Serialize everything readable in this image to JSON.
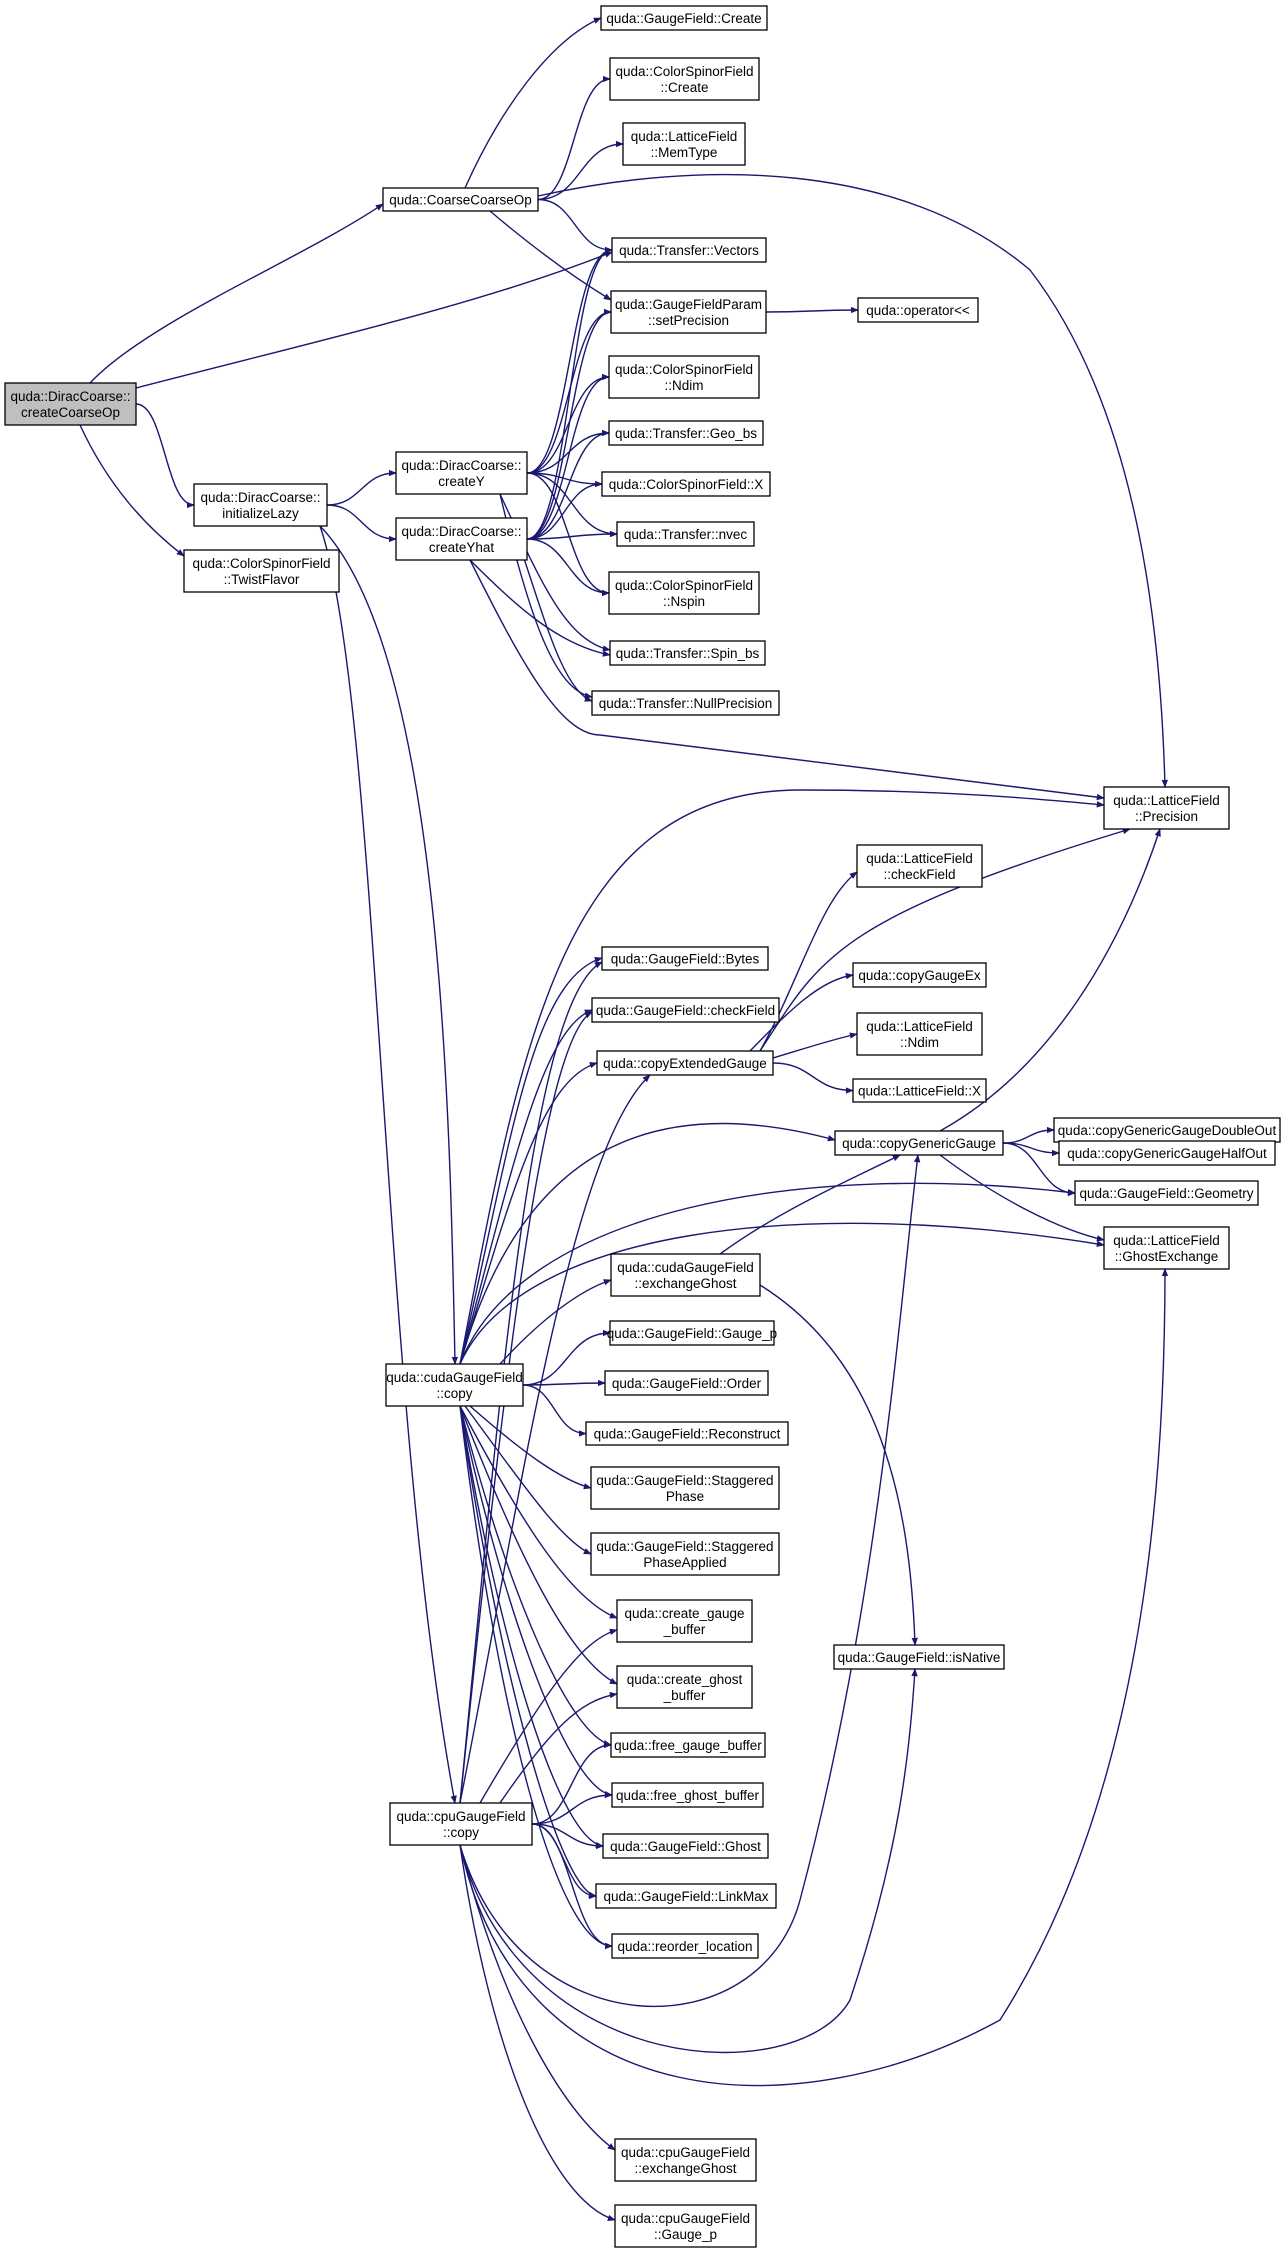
{
  "diagram": {
    "type": "call-graph",
    "colors": {
      "edge": "#191970",
      "node_border": "#000000",
      "highlight_border": "#ff0000",
      "root_fill": "#bfbfbf",
      "node_fill": "#ffffff"
    },
    "nodes": [
      {
        "id": "root",
        "lines": [
          "quda::DiracCoarse::",
          "createCoarseOp"
        ],
        "style": "root"
      },
      {
        "id": "coarseCoarseOp",
        "lines": [
          "quda::CoarseCoarseOp"
        ]
      },
      {
        "id": "initializeLazy",
        "lines": [
          "quda::DiracCoarse::",
          "initializeLazy"
        ]
      },
      {
        "id": "twistFlavor",
        "lines": [
          "quda::ColorSpinorField",
          "::TwistFlavor"
        ]
      },
      {
        "id": "gfCreate",
        "lines": [
          "quda::GaugeField::Create"
        ]
      },
      {
        "id": "csfCreate",
        "lines": [
          "quda::ColorSpinorField",
          "::Create"
        ]
      },
      {
        "id": "memType",
        "lines": [
          "quda::LatticeField",
          "::MemType"
        ]
      },
      {
        "id": "vectors",
        "lines": [
          "quda::Transfer::Vectors"
        ]
      },
      {
        "id": "setPrecision",
        "lines": [
          "quda::GaugeFieldParam",
          "::setPrecision"
        ]
      },
      {
        "id": "operatorLL",
        "lines": [
          "quda::operator<<"
        ]
      },
      {
        "id": "csfNdim",
        "lines": [
          "quda::ColorSpinorField",
          "::Ndim"
        ]
      },
      {
        "id": "geoBs",
        "lines": [
          "quda::Transfer::Geo_bs"
        ]
      },
      {
        "id": "csfX",
        "lines": [
          "quda::ColorSpinorField::X"
        ]
      },
      {
        "id": "nvec",
        "lines": [
          "quda::Transfer::nvec"
        ]
      },
      {
        "id": "csfNspin",
        "lines": [
          "quda::ColorSpinorField",
          "::Nspin"
        ]
      },
      {
        "id": "spinBs",
        "lines": [
          "quda::Transfer::Spin_bs"
        ]
      },
      {
        "id": "nullPrecision",
        "lines": [
          "quda::Transfer::NullPrecision"
        ]
      },
      {
        "id": "createY",
        "lines": [
          "quda::DiracCoarse::",
          "createY"
        ]
      },
      {
        "id": "createYhat",
        "lines": [
          "quda::DiracCoarse::",
          "createYhat"
        ]
      },
      {
        "id": "lfPrecision",
        "lines": [
          "quda::LatticeField",
          "::Precision"
        ]
      },
      {
        "id": "lfCheckField",
        "lines": [
          "quda::LatticeField",
          "::checkField"
        ]
      },
      {
        "id": "gfBytes",
        "lines": [
          "quda::GaugeField::Bytes"
        ]
      },
      {
        "id": "copyGaugeEx",
        "lines": [
          "quda::copyGaugeEx"
        ],
        "style": "highlight"
      },
      {
        "id": "gfCheckField",
        "lines": [
          "quda::GaugeField::checkField"
        ]
      },
      {
        "id": "lfNdim",
        "lines": [
          "quda::LatticeField",
          "::Ndim"
        ]
      },
      {
        "id": "copyExtendedGauge",
        "lines": [
          "quda::copyExtendedGauge"
        ]
      },
      {
        "id": "lfX",
        "lines": [
          "quda::LatticeField::X"
        ]
      },
      {
        "id": "copyGenericGauge",
        "lines": [
          "quda::copyGenericGauge"
        ],
        "style": "highlight"
      },
      {
        "id": "copyGGDoubleOut",
        "lines": [
          "quda::copyGenericGaugeDoubleOut"
        ]
      },
      {
        "id": "copyGGHalfOut",
        "lines": [
          "quda::copyGenericGaugeHalfOut"
        ]
      },
      {
        "id": "gfGeometry",
        "lines": [
          "quda::GaugeField::Geometry"
        ]
      },
      {
        "id": "lfGhostExchange",
        "lines": [
          "quda::LatticeField",
          "::GhostExchange"
        ]
      },
      {
        "id": "cudaExchangeGhost",
        "lines": [
          "quda::cudaGaugeField",
          "::exchangeGhost"
        ],
        "style": "highlight"
      },
      {
        "id": "gfGaugeP",
        "lines": [
          "quda::GaugeField::Gauge_p"
        ]
      },
      {
        "id": "cudaCopy",
        "lines": [
          "quda::cudaGaugeField",
          "::copy"
        ]
      },
      {
        "id": "gfOrder",
        "lines": [
          "quda::GaugeField::Order"
        ]
      },
      {
        "id": "gfReconstruct",
        "lines": [
          "quda::GaugeField::Reconstruct"
        ]
      },
      {
        "id": "gfStaggeredPhase",
        "lines": [
          "quda::GaugeField::Staggered",
          "Phase"
        ]
      },
      {
        "id": "gfStaggeredPhaseApplied",
        "lines": [
          "quda::GaugeField::Staggered",
          "PhaseApplied"
        ]
      },
      {
        "id": "createGaugeBuffer",
        "lines": [
          "quda::create_gauge",
          "_buffer"
        ]
      },
      {
        "id": "gfIsNative",
        "lines": [
          "quda::GaugeField::isNative"
        ]
      },
      {
        "id": "createGhostBuffer",
        "lines": [
          "quda::create_ghost",
          "_buffer"
        ]
      },
      {
        "id": "freeGaugeBuffer",
        "lines": [
          "quda::free_gauge_buffer"
        ]
      },
      {
        "id": "cpuCopy",
        "lines": [
          "quda::cpuGaugeField",
          "::copy"
        ]
      },
      {
        "id": "freeGhostBuffer",
        "lines": [
          "quda::free_ghost_buffer"
        ]
      },
      {
        "id": "gfGhost",
        "lines": [
          "quda::GaugeField::Ghost"
        ]
      },
      {
        "id": "gfLinkMax",
        "lines": [
          "quda::GaugeField::LinkMax"
        ]
      },
      {
        "id": "reorderLocation",
        "lines": [
          "quda::reorder_location"
        ]
      },
      {
        "id": "cpuExchangeGhost",
        "lines": [
          "quda::cpuGaugeField",
          "::exchangeGhost"
        ],
        "style": "highlight"
      },
      {
        "id": "cpuGaugeP",
        "lines": [
          "quda::cpuGaugeField",
          "::Gauge_p"
        ]
      }
    ],
    "edges": [
      [
        "root",
        "coarseCoarseOp"
      ],
      [
        "root",
        "vectors"
      ],
      [
        "root",
        "initializeLazy"
      ],
      [
        "root",
        "twistFlavor"
      ],
      [
        "coarseCoarseOp",
        "gfCreate"
      ],
      [
        "coarseCoarseOp",
        "csfCreate"
      ],
      [
        "coarseCoarseOp",
        "memType"
      ],
      [
        "coarseCoarseOp",
        "lfPrecision"
      ],
      [
        "coarseCoarseOp",
        "vectors"
      ],
      [
        "coarseCoarseOp",
        "setPrecision"
      ],
      [
        "setPrecision",
        "operatorLL"
      ],
      [
        "initializeLazy",
        "createY"
      ],
      [
        "initializeLazy",
        "createYhat"
      ],
      [
        "initializeLazy",
        "cudaCopy"
      ],
      [
        "initializeLazy",
        "cpuCopy"
      ],
      [
        "createY",
        "vectors"
      ],
      [
        "createY",
        "setPrecision"
      ],
      [
        "createY",
        "csfNdim"
      ],
      [
        "createY",
        "geoBs"
      ],
      [
        "createY",
        "csfX"
      ],
      [
        "createY",
        "nvec"
      ],
      [
        "createY",
        "csfNspin"
      ],
      [
        "createY",
        "spinBs"
      ],
      [
        "createY",
        "nullPrecision"
      ],
      [
        "createYhat",
        "vectors"
      ],
      [
        "createYhat",
        "setPrecision"
      ],
      [
        "createYhat",
        "csfNdim"
      ],
      [
        "createYhat",
        "geoBs"
      ],
      [
        "createYhat",
        "csfX"
      ],
      [
        "createYhat",
        "nvec"
      ],
      [
        "createYhat",
        "csfNspin"
      ],
      [
        "createYhat",
        "spinBs"
      ],
      [
        "createYhat",
        "nullPrecision"
      ],
      [
        "createYhat",
        "lfPrecision"
      ],
      [
        "copyExtendedGauge",
        "lfCheckField"
      ],
      [
        "copyExtendedGauge",
        "lfPrecision"
      ],
      [
        "copyExtendedGauge",
        "copyGaugeEx"
      ],
      [
        "copyExtendedGauge",
        "lfNdim"
      ],
      [
        "copyExtendedGauge",
        "lfX"
      ],
      [
        "copyGenericGauge",
        "lfPrecision"
      ],
      [
        "copyGenericGauge",
        "copyGGDoubleOut"
      ],
      [
        "copyGenericGauge",
        "copyGGHalfOut"
      ],
      [
        "copyGenericGauge",
        "gfGeometry"
      ],
      [
        "copyGenericGauge",
        "lfGhostExchange"
      ],
      [
        "cudaExchangeGhost",
        "copyGenericGauge"
      ],
      [
        "cudaExchangeGhost",
        "gfIsNative"
      ],
      [
        "cudaCopy",
        "lfPrecision"
      ],
      [
        "cudaCopy",
        "gfBytes"
      ],
      [
        "cudaCopy",
        "gfCheckField"
      ],
      [
        "cudaCopy",
        "copyExtendedGauge"
      ],
      [
        "cudaCopy",
        "copyGenericGauge"
      ],
      [
        "cudaCopy",
        "gfGeometry"
      ],
      [
        "cudaCopy",
        "lfGhostExchange"
      ],
      [
        "cudaCopy",
        "cudaExchangeGhost"
      ],
      [
        "cudaCopy",
        "gfGaugeP"
      ],
      [
        "cudaCopy",
        "gfOrder"
      ],
      [
        "cudaCopy",
        "gfReconstruct"
      ],
      [
        "cudaCopy",
        "gfStaggeredPhase"
      ],
      [
        "cudaCopy",
        "gfStaggeredPhaseApplied"
      ],
      [
        "cudaCopy",
        "createGaugeBuffer"
      ],
      [
        "cudaCopy",
        "createGhostBuffer"
      ],
      [
        "cudaCopy",
        "freeGaugeBuffer"
      ],
      [
        "cudaCopy",
        "freeGhostBuffer"
      ],
      [
        "cudaCopy",
        "gfGhost"
      ],
      [
        "cudaCopy",
        "gfLinkMax"
      ],
      [
        "cudaCopy",
        "reorderLocation"
      ],
      [
        "cpuCopy",
        "gfBytes"
      ],
      [
        "cpuCopy",
        "gfCheckField"
      ],
      [
        "cpuCopy",
        "copyExtendedGauge"
      ],
      [
        "cpuCopy",
        "copyGenericGauge"
      ],
      [
        "cpuCopy",
        "lfGhostExchange"
      ],
      [
        "cpuCopy",
        "createGaugeBuffer"
      ],
      [
        "cpuCopy",
        "createGhostBuffer"
      ],
      [
        "cpuCopy",
        "freeGaugeBuffer"
      ],
      [
        "cpuCopy",
        "freeGhostBuffer"
      ],
      [
        "cpuCopy",
        "gfGhost"
      ],
      [
        "cpuCopy",
        "gfLinkMax"
      ],
      [
        "cpuCopy",
        "reorderLocation"
      ],
      [
        "cpuCopy",
        "gfIsNative"
      ],
      [
        "cpuCopy",
        "cpuExchangeGhost"
      ],
      [
        "cpuCopy",
        "cpuGaugeP"
      ]
    ]
  }
}
